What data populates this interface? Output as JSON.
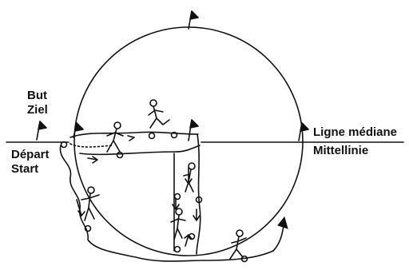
{
  "labels": {
    "goal_fr": "But",
    "goal_de": "Ziel",
    "start_fr": "Départ",
    "start_de": "Start",
    "midline_fr": "Ligne médiane",
    "midline_de": "Mittellinie"
  },
  "colors": {
    "ink": "#111111",
    "paper": "#ffffff"
  },
  "icons": [
    "flag-icon",
    "runner-icon",
    "ball-icon",
    "arrow-icon"
  ]
}
